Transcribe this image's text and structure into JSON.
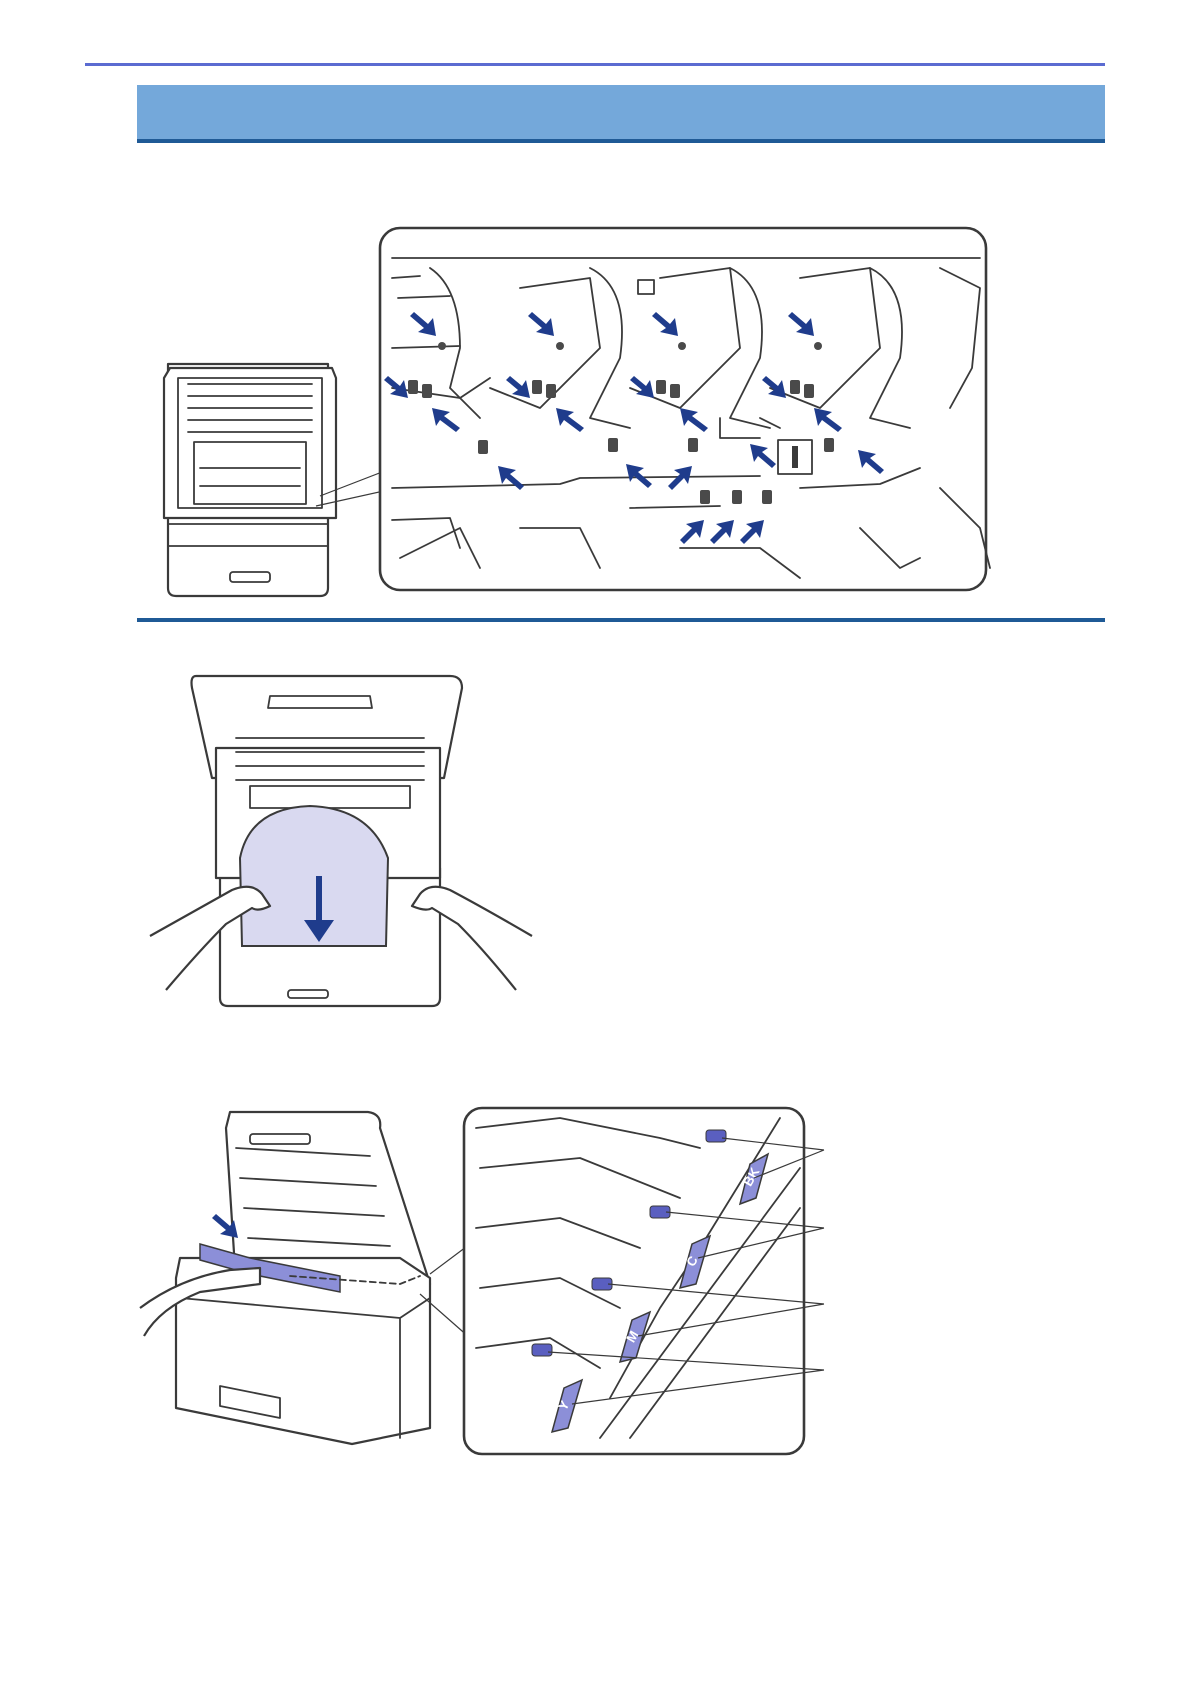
{
  "page": {
    "header_title": "",
    "colors": {
      "top_rule": "#5b6bd1",
      "header_band": "#74a8da",
      "header_border": "#1f5a96",
      "arrow": "#1f3c8c",
      "paper": "#d9d9f0",
      "lever": "#8c8fd8"
    }
  },
  "figure3": {
    "color_labels": [
      "BK",
      "C",
      "M",
      "Y"
    ]
  }
}
